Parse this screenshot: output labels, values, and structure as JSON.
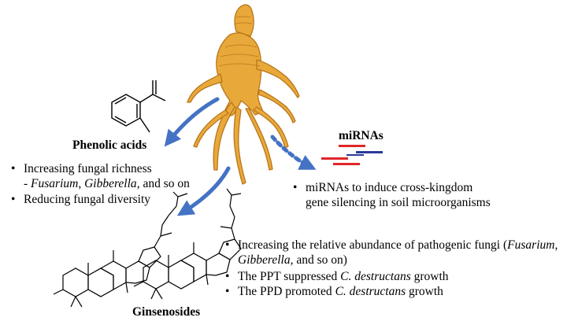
{
  "labels": {
    "phenolic": "Phenolic acids",
    "mirnas": "miRNAs",
    "ginsenosides": "Ginsenosides"
  },
  "phenolic_points": {
    "p1": "Increasing fungal richness",
    "p1_prefix": "- ",
    "p1_genus1": "Fusarium",
    "p1_sep": ", ",
    "p1_genus2": "Gibberella",
    "p1_tail": ", and so on",
    "p2": "Reducing fungal diversity"
  },
  "mirna_points": {
    "line1": "miRNAs to induce cross-kingdom",
    "line2": "gene silencing in soil microorganisms"
  },
  "ginsenoside_points": {
    "p1_line1_a": "Increasing the relative abundance of pathogenic fungi (",
    "p1_line1_genus": "Fusarium",
    "p1_line1_b": ",",
    "p1_line2_genus": "Gibberella",
    "p1_line2_b": ", and so on)",
    "p2_a": "The PPT suppressed ",
    "p2_species": "C. destructans",
    "p2_b": " growth",
    "p3_a": "The PPD promoted ",
    "p3_species": "C. destructans",
    "p3_b": " growth"
  },
  "bullet": "•",
  "colors": {
    "root_fill": "#e8a93a",
    "root_stroke": "#b9761a",
    "arrow": "#4472c4",
    "mirna_red": "#e0262a",
    "mirna_blue": "#2a3a9a",
    "text": "#000000"
  }
}
